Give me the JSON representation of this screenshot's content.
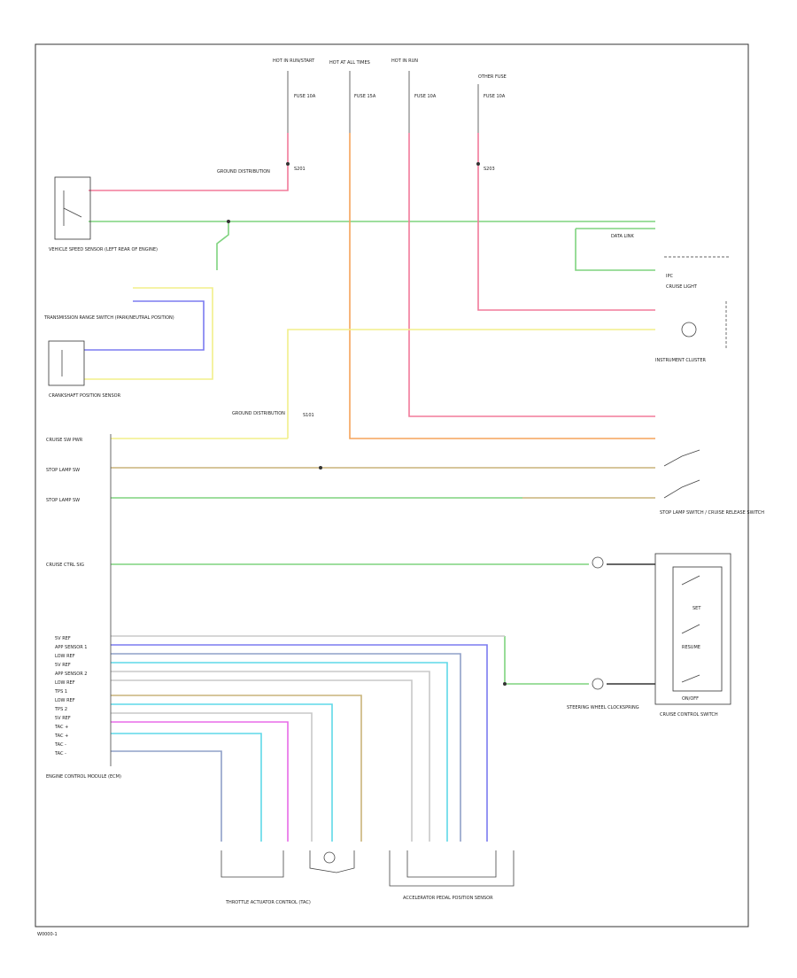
{
  "diagram": {
    "footer_code": "W0000-1",
    "colors": {
      "red": "#f27a9a",
      "orange": "#f5a35a",
      "green": "#7fd37f",
      "yellow": "#f2ef8a",
      "blue": "#7b7bf0",
      "tan": "#c9b47a",
      "cyan": "#5fd8e8",
      "magenta": "#e86be8",
      "gray": "#c8c8c8",
      "slate": "#8fa0c8",
      "black": "#333333"
    },
    "top_sources": {
      "hot_start": "HOT IN RUN/START",
      "hot_all": "HOT AT ALL TIMES",
      "hot_run": "HOT IN RUN",
      "other_fuse": "OTHER FUSE"
    },
    "fuse_labels": {
      "f1": "FUSE 10A",
      "f2": "FUSE 15A",
      "f3": "FUSE 10A",
      "f4": "FUSE 10A"
    },
    "splices": {
      "s1": "S201",
      "s2": "S203",
      "ground_top": "GROUND DISTRIBUTION",
      "ground_mid": "GROUND DISTRIBUTION",
      "ground_splice": "S101"
    },
    "left_components": {
      "vss_title": "VEHICLE SPEED SENSOR (LEFT REAR OF ENGINE)",
      "trans_title": "TRANSMISSION RANGE SWITCH (PARK/NEUTRAL POSITION)",
      "ckp_title": "CRANKSHAFT POSITION SENSOR",
      "ecm_title": "ENGINE CONTROL MODULE (ECM)"
    },
    "right_components": {
      "dash_label": "DATA LINK",
      "ic_label": "IPC",
      "cruise_light": "CRUISE LIGHT",
      "instrument_cluster": "INSTRUMENT CLUSTER",
      "stop_switch": "STOP LAMP SWITCH / CRUISE RELEASE SWITCH",
      "set_label": "SET",
      "resume_label": "RESUME",
      "on_off_label": "ON/OFF",
      "cruise_switch": "CRUISE CONTROL SWITCH",
      "clockspring": "STEERING WHEEL CLOCKSPRING"
    },
    "ecm_pins": {
      "p1": "CRUISE SW PWR",
      "p2": "STOP LAMP SW",
      "p3": "STOP LAMP SW",
      "p4": "CRUISE CTRL SIG",
      "p5": "5V REF",
      "p6": "APP SENSOR 1",
      "p7": "LOW REF",
      "p8": "5V REF",
      "p9": "APP SENSOR 2",
      "p10": "LOW REF",
      "p11": "TPS 1",
      "p12": "LOW REF",
      "p13": "TPS 2",
      "p14": "5V REF",
      "p15": "TAC +",
      "p16": "TAC +",
      "p17": "TAC -",
      "p18": "TAC -"
    },
    "bottom_components": {
      "tac": "THROTTLE ACTUATOR CONTROL (TAC)",
      "app": "ACCELERATOR PEDAL POSITION SENSOR"
    }
  }
}
